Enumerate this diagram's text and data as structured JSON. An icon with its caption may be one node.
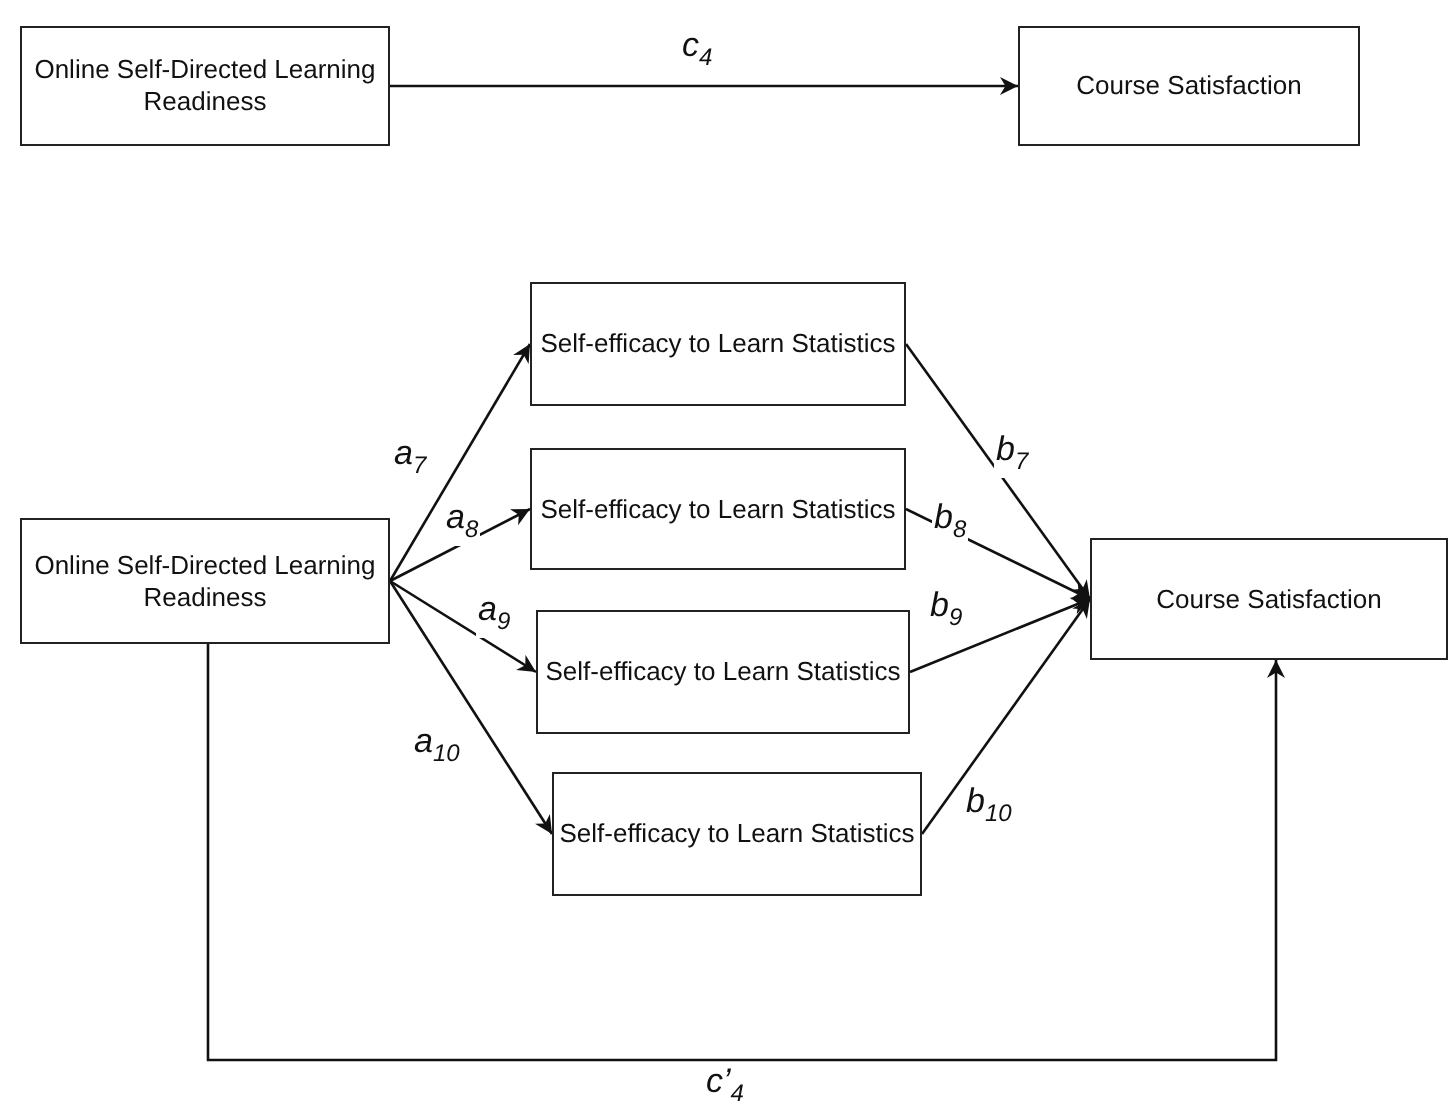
{
  "diagram": {
    "nodes": [
      {
        "text": [
          "Online Self-Directed Learning Readiness"
        ]
      },
      {
        "text": [
          "Course Satisfaction"
        ]
      },
      {
        "text": [
          "Online Self-Directed Learning Readiness"
        ]
      },
      {
        "text": [
          "Self-efficacy to Learn Statistics"
        ]
      },
      {
        "text": [
          "Self-efficacy to Learn Statistics"
        ]
      },
      {
        "text": [
          "Self-efficacy to Learn Statistics"
        ]
      },
      {
        "text": [
          "Self-efficacy to Learn Statistics"
        ]
      },
      {
        "text": [
          "Course Satisfaction"
        ]
      }
    ],
    "edges": [
      {
        "from": 0,
        "to": 1,
        "arrow": "to",
        "label": "c$_{4}$"
      },
      {
        "from": 2,
        "to": 3,
        "arrow": "to",
        "label": "a$_{7}$"
      },
      {
        "from": 2,
        "to": 4,
        "arrow": "to",
        "label": "a$_{8}$"
      },
      {
        "from": 2,
        "to": 5,
        "arrow": "to",
        "label": "a$_{9}$"
      },
      {
        "from": 2,
        "to": 6,
        "arrow": "to",
        "label": "a$_{10}$"
      },
      {
        "from": 3,
        "to": 7,
        "arrow": "to",
        "label": "b$_{7}$"
      },
      {
        "from": 4,
        "to": 7,
        "arrow": "to",
        "label": "b$_{8}$"
      },
      {
        "from": 5,
        "to": 7,
        "arrow": "to",
        "label": "b$_{9}$"
      },
      {
        "from": 6,
        "to": 7,
        "arrow": "to",
        "label": "b$_{10}$"
      },
      {
        "from": 2,
        "to": 7,
        "arrow": "to",
        "label": "c’$_{4}$"
      }
    ]
  }
}
